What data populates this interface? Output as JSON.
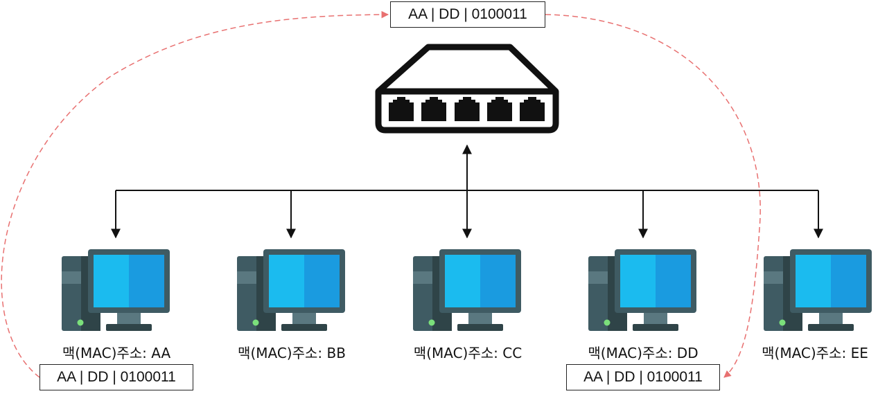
{
  "frames": {
    "top": "AA | DD | 0100011",
    "left": "AA | DD | 0100011",
    "right": "AA | DD | 0100011"
  },
  "hosts": [
    {
      "label": "맥(MAC)주소: AA"
    },
    {
      "label": "맥(MAC)주소: BB"
    },
    {
      "label": "맥(MAC)주소: CC"
    },
    {
      "label": "맥(MAC)주소: DD"
    },
    {
      "label": "맥(MAC)주소: EE"
    }
  ],
  "colors": {
    "wire": "#111111",
    "path": "#e87070",
    "screen_left": "#1bbbef",
    "screen_right": "#1a9be0",
    "bezel": "#3f5b63",
    "tower": "#2f4448",
    "led": "#7be07b"
  },
  "icons": {
    "switch": "network-switch-icon",
    "host": "desktop-computer-icon"
  }
}
